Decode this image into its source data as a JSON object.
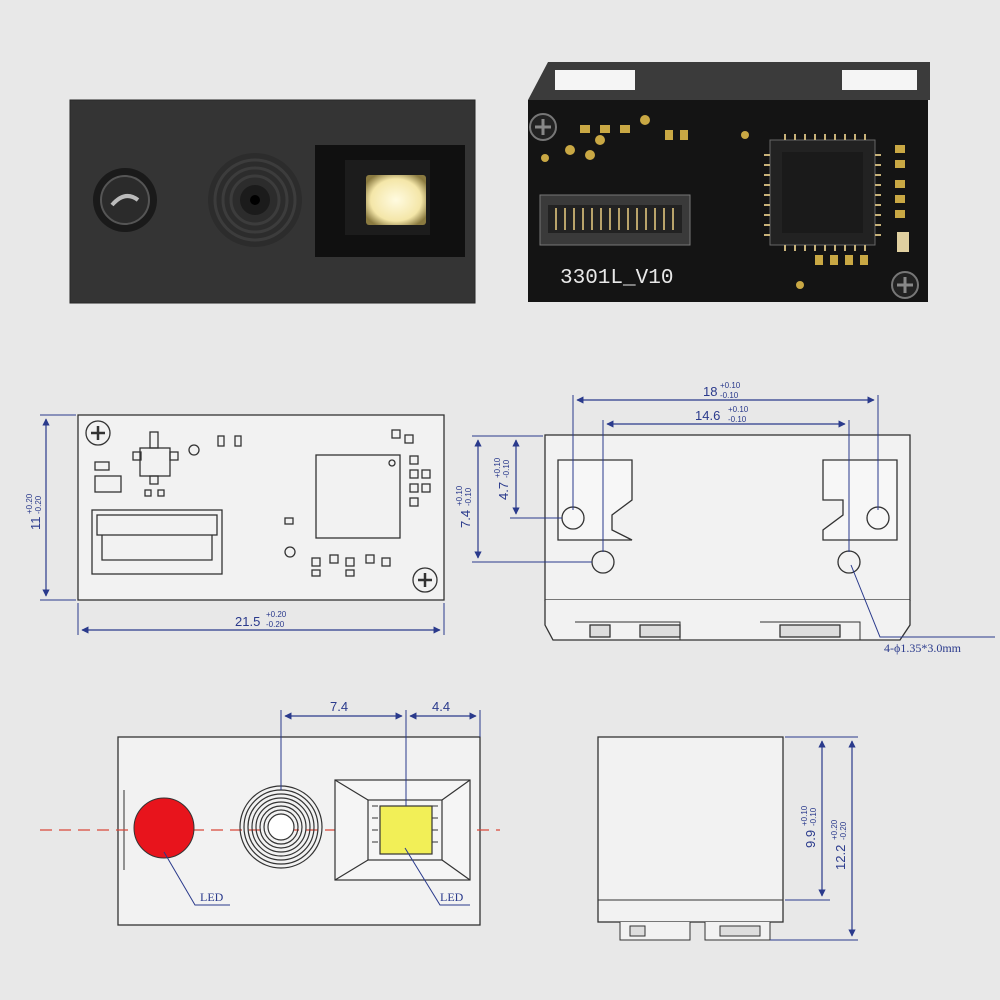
{
  "photos": {
    "board_label": "3301L_V10"
  },
  "pcb_drawing": {
    "height_dim": {
      "value": "11",
      "tol_plus": "+0.20",
      "tol_minus": "-0.20"
    },
    "width_dim": {
      "value": "21.5",
      "tol_plus": "+0.20",
      "tol_minus": "-0.20"
    }
  },
  "back_drawing": {
    "overall_dim": {
      "value": "18",
      "tol_plus": "+0.10",
      "tol_minus": "-0.10"
    },
    "hole_spacing_dim": {
      "value": "14.6",
      "tol_plus": "+0.10",
      "tol_minus": "-0.10"
    },
    "height_outer_dim": {
      "value": "7.4",
      "tol_plus": "+0.10",
      "tol_minus": "-0.10"
    },
    "height_inner_dim": {
      "value": "4.7",
      "tol_plus": "+0.10",
      "tol_minus": "-0.10"
    },
    "hole_callout": "4-ϕ1.35*3.0mm"
  },
  "front_drawing": {
    "dim_left": "7.4",
    "dim_right": "4.4",
    "led_label_left": "LED",
    "led_label_right": "LED",
    "colors": {
      "red_led": "#e8141c",
      "white_led": "#f2ef57"
    }
  },
  "side_drawing": {
    "inner_dim": {
      "value": "9.9",
      "tol_plus": "+0.10",
      "tol_minus": "-0.10"
    },
    "outer_dim": {
      "value": "12.2",
      "tol_plus": "+0.20",
      "tol_minus": "-0.20"
    }
  }
}
